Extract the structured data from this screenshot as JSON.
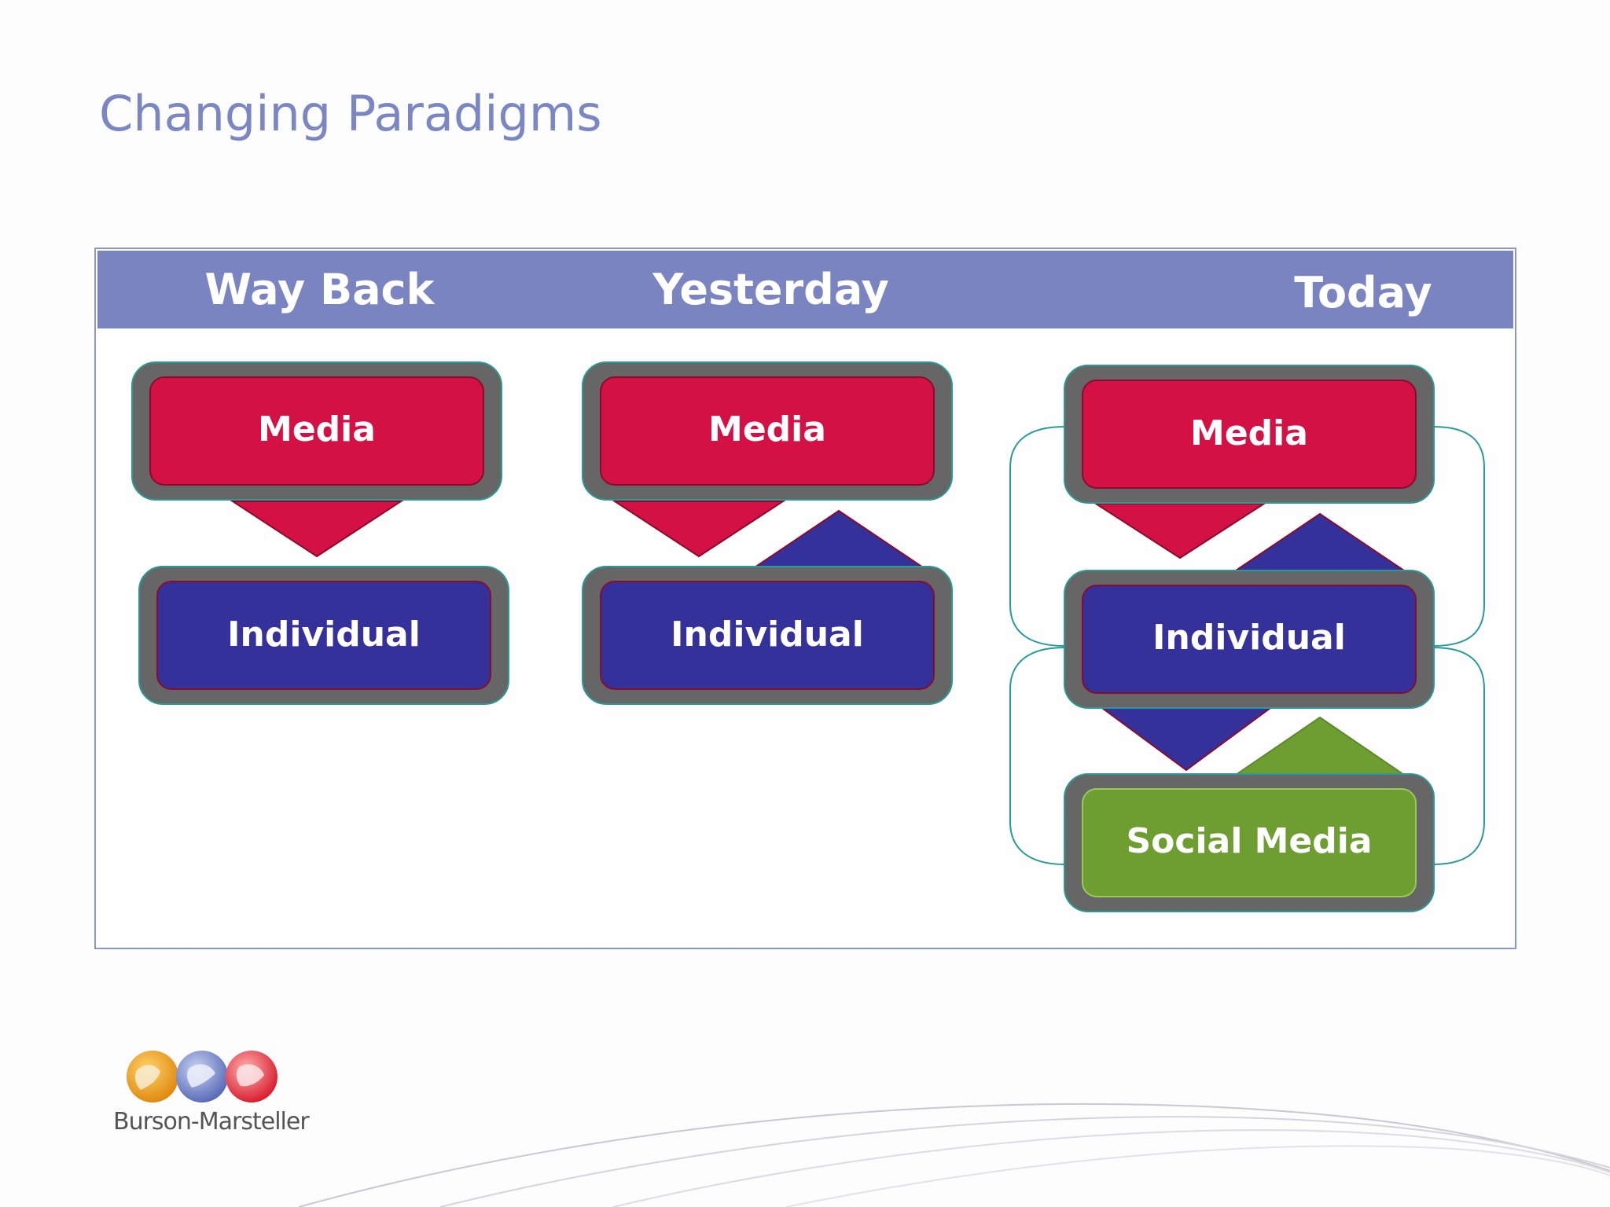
{
  "slide": {
    "title": "Changing Paradigms"
  },
  "columns": [
    {
      "heading": "Way Back",
      "boxes": [
        "Media",
        "Individual"
      ]
    },
    {
      "heading": "Yesterday",
      "boxes": [
        "Media",
        "Individual"
      ]
    },
    {
      "heading": "Today",
      "boxes": [
        "Media",
        "Individual",
        "Social Media"
      ]
    }
  ],
  "colors": {
    "title": "#7b87c2",
    "header_band": "#7a84c0",
    "media": "#d31145",
    "individual": "#35319a",
    "social_media": "#6e9e31",
    "frame": "#666666",
    "connector": "#2a9a96"
  },
  "footer": {
    "logo_text": "Burson-Marsteller"
  }
}
